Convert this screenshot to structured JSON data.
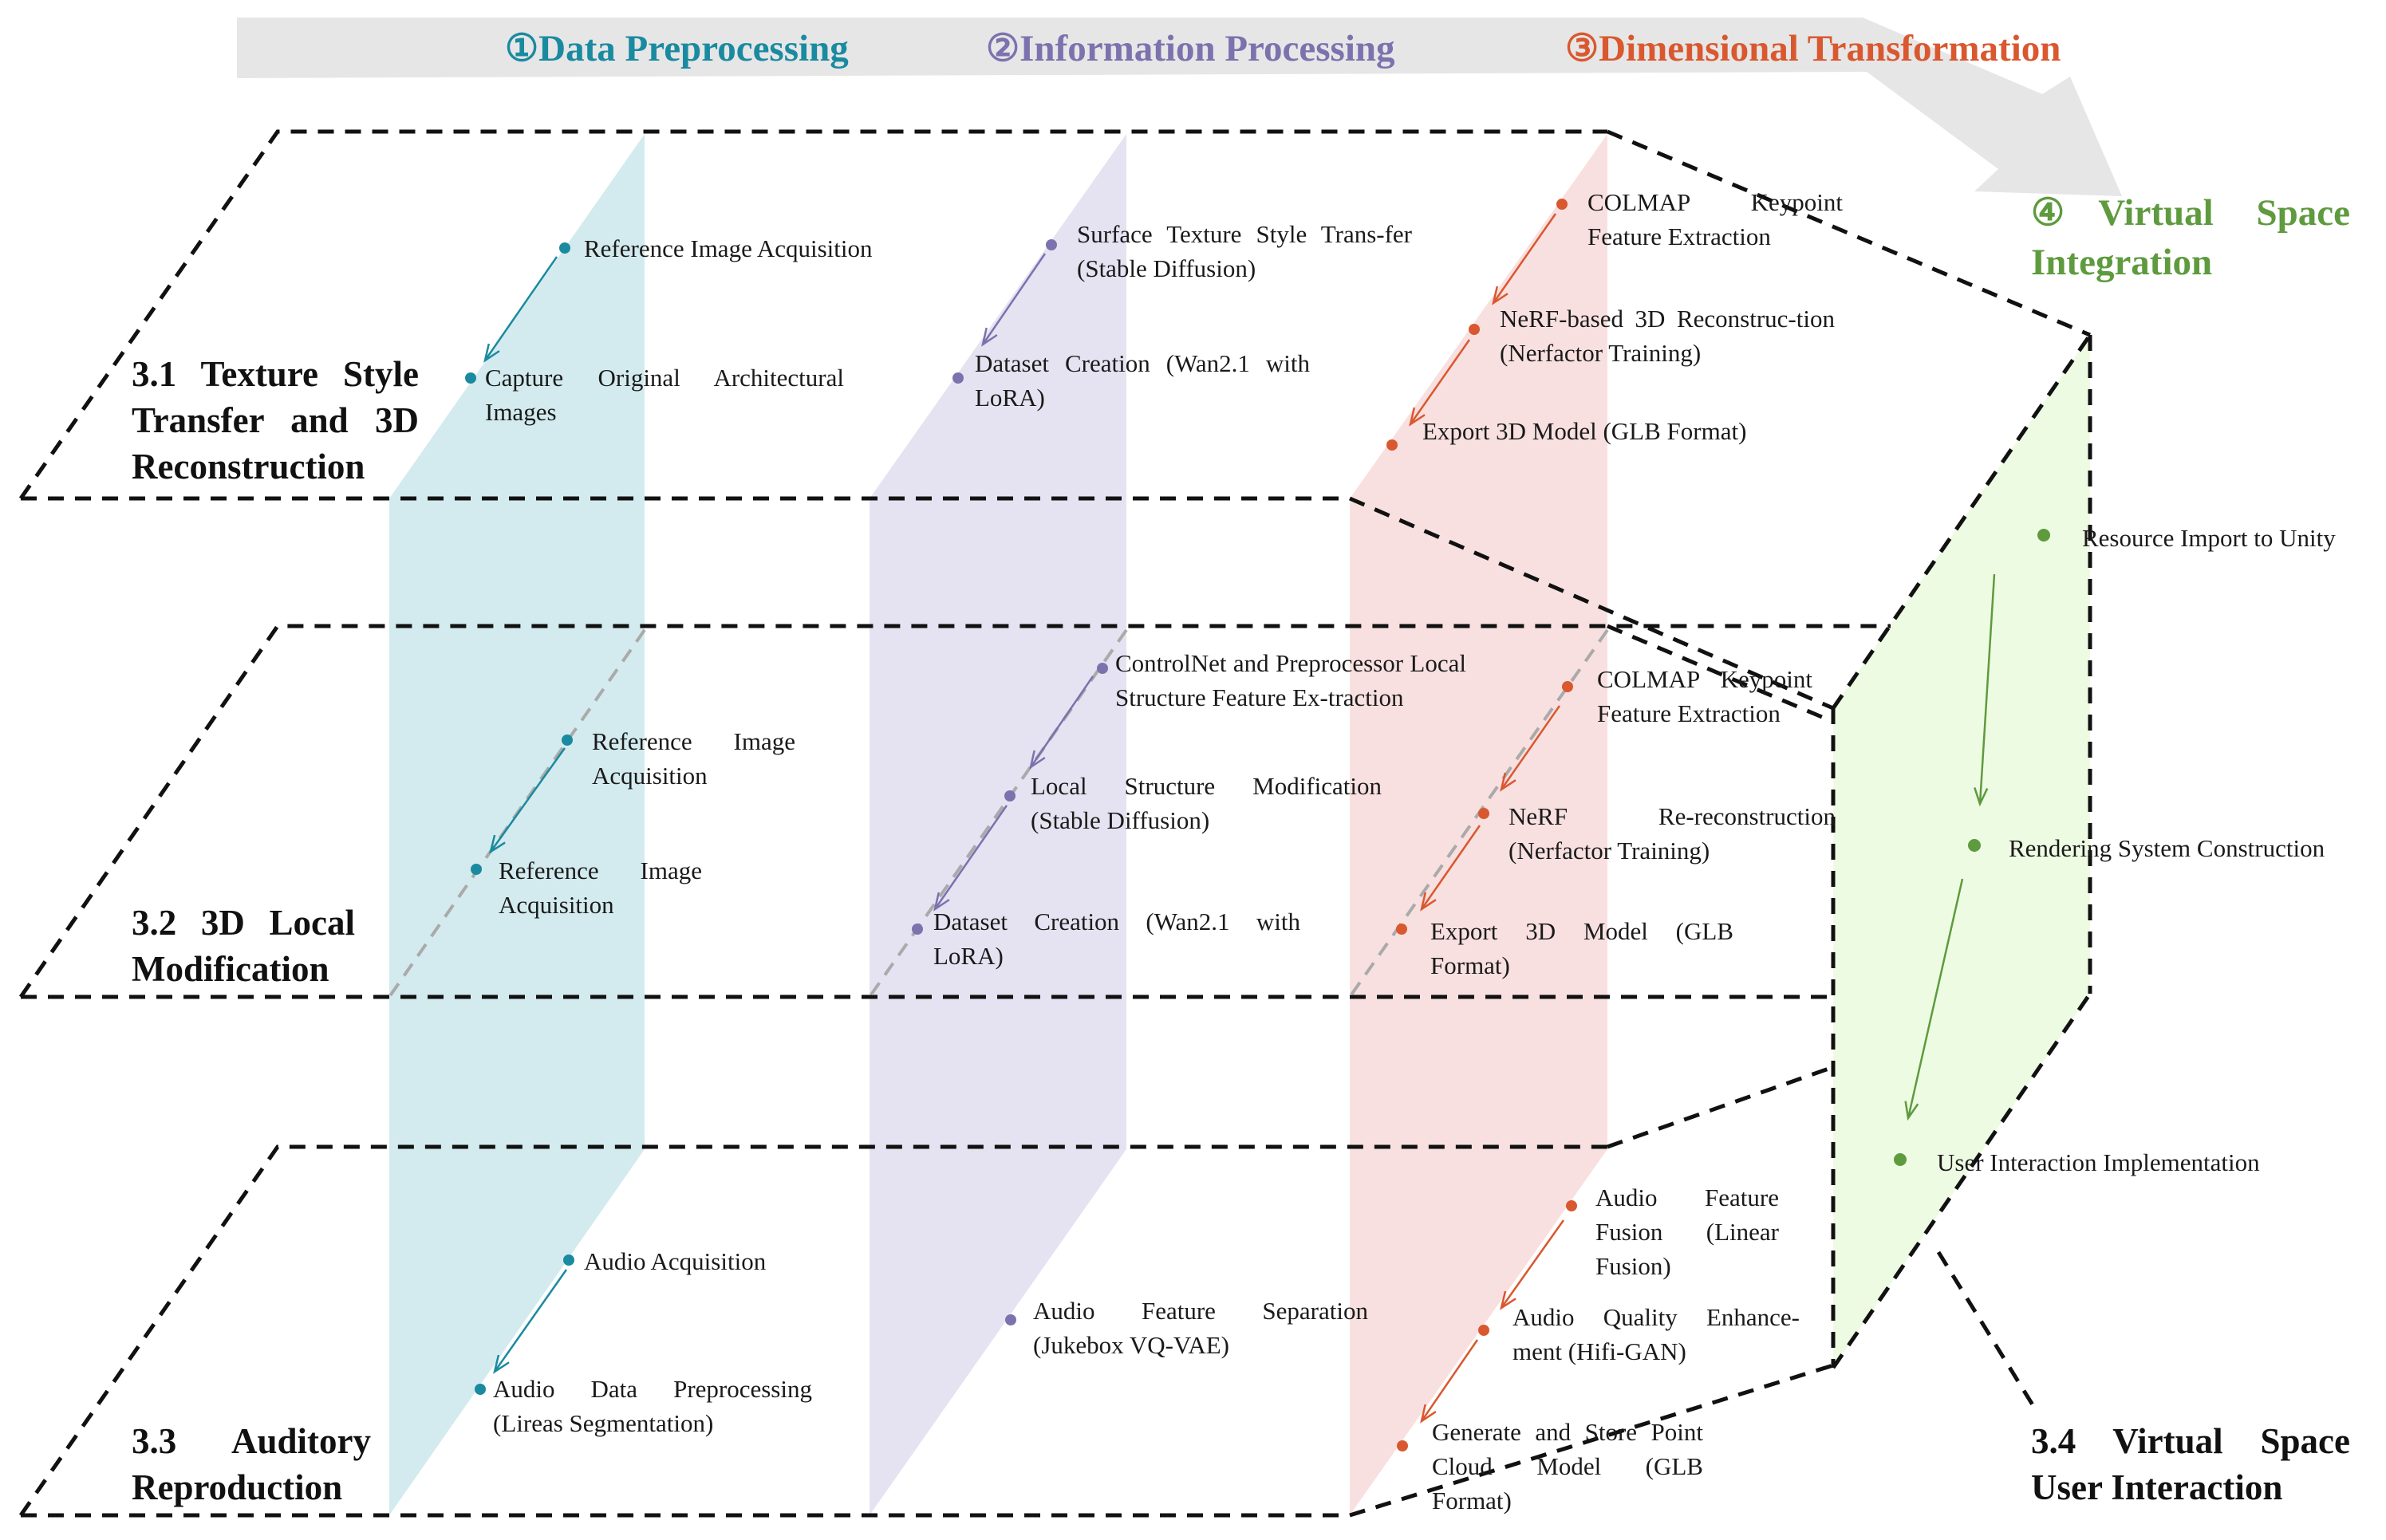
{
  "stages": {
    "data_preprocessing": "①Data Preprocessing",
    "information_processing": "②Information Processing",
    "dimensional_transformation": "③Dimensional Transformation",
    "virtual_space_integration_line1": "④Virtual Space",
    "virtual_space_integration_line2": "Integration"
  },
  "sections": {
    "s31": "3.1 Texture Style Transfer and 3D Reconstruction",
    "s32": "3.2 3D Local Modification",
    "s33": "3.3 Auditory Reproduction",
    "s34": "3.4 Virtual Space User Interaction"
  },
  "row1": {
    "teal_1": "Reference Image Acquisition",
    "teal_2": "Capture Original Architectural Images",
    "purple_1": "Surface Texture Style Trans-fer (Stable Diffusion)",
    "purple_2": "Dataset Creation (Wan2.1 with LoRA)",
    "red_1": "COLMAP Keypoint Feature Extraction",
    "red_2": "NeRF-based 3D Reconstruc-tion (Nerfactor Training)",
    "red_3": "Export 3D Model (GLB Format)"
  },
  "row2": {
    "teal_1": "Reference Image Acquisition",
    "teal_2": "Reference Image Acquisition",
    "purple_1": "ControlNet and Preprocessor Local Structure Feature Ex-traction",
    "purple_2": "Local Structure Modification (Stable Diffusion)",
    "purple_3": "Dataset Creation (Wan2.1 with LoRA)",
    "red_1": "COLMAP Keypoint Feature Extraction",
    "red_2": "NeRF Re-reconstruction (Nerfactor Training)",
    "red_3": "Export 3D Model (GLB Format)"
  },
  "row3": {
    "teal_1": "Audio Acquisition",
    "teal_2": "Audio Data Preprocessing (Lireas Segmentation)",
    "purple_1": "Audio Feature Separation (Jukebox VQ-VAE)",
    "red_1": "Audio Feature Fusion (Linear Fusion)",
    "red_2": "Audio Quality Enhance-ment (Hifi-GAN)",
    "red_3": "Generate and Store Point Cloud Model (GLB Format)"
  },
  "unity": {
    "step_1": "Resource Import to Unity",
    "step_2": "Rendering System Construction",
    "step_3": "User Interaction Implementation"
  },
  "colors": {
    "teal": "#1a8aa0",
    "purple": "#7b72ae",
    "red": "#d9582f",
    "green": "#5e9a3e",
    "teal_band": "#d3ebee",
    "purple_band": "#e5e3f1",
    "red_band": "#f9e0e0",
    "green_band": "#eefbe3",
    "arrow_band": "#e6e6e6"
  }
}
